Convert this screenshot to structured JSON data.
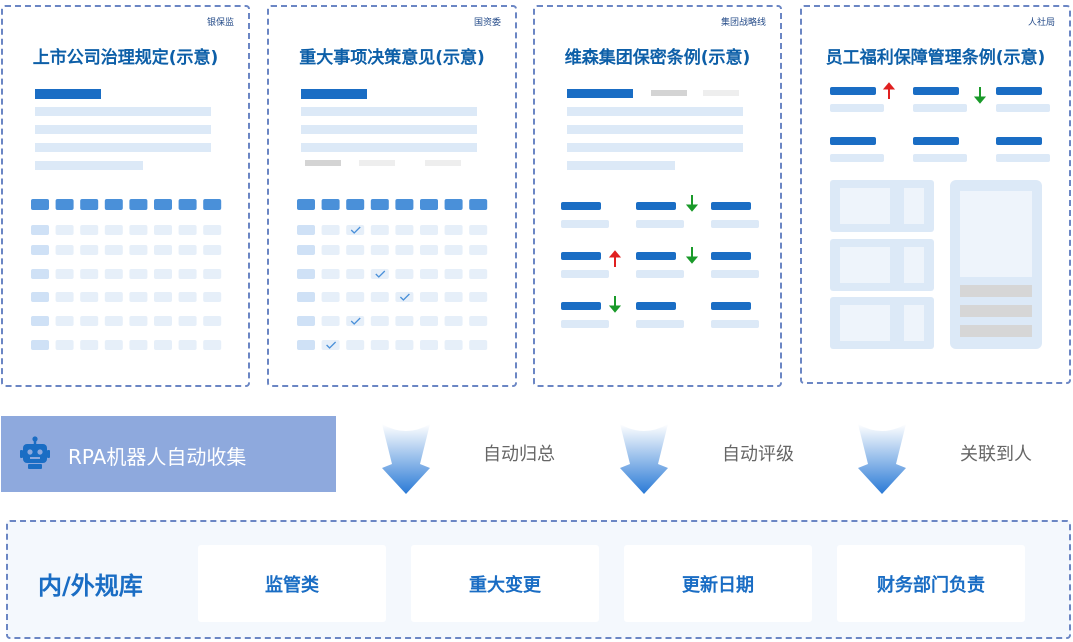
{
  "cards": [
    {
      "tag": "银保监",
      "title": "上市公司治理规定(示意)"
    },
    {
      "tag": "国资委",
      "title": "重大事项决策意见(示意)"
    },
    {
      "tag": "集团战略线",
      "title": "维森集团保密条例(示意)"
    },
    {
      "tag": "人社局",
      "title": "员工福利保障管理条例(示意)"
    }
  ],
  "collector": {
    "label": "RPA机器人自动收集",
    "icon": "robot-icon"
  },
  "steps": [
    "自动归总",
    "自动评级",
    "关联到人"
  ],
  "library": {
    "title": "内/外规库",
    "items": [
      "监管类",
      "重大变更",
      "更新日期",
      "财务部门负责"
    ]
  },
  "colors": {
    "border": "#6b86c4",
    "title": "#0d5fa8",
    "accent": "#1a6dc4",
    "robot_bg": "#8ea9dd",
    "up_arrow": "#e02020",
    "down_arrow": "#1a9a2a"
  }
}
